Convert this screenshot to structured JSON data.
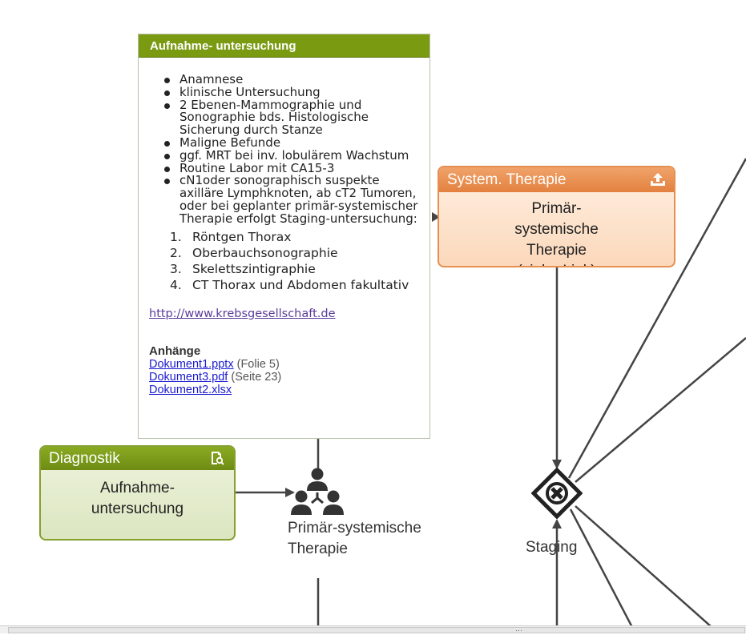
{
  "popup": {
    "title": "Aufnahme- untersuchung",
    "bullets": [
      "Anamnese",
      "klinische Untersuchung",
      "2 Ebenen-Mammographie und Sonographie bds. Histologische Sicherung durch Stanze",
      "Maligne Befunde",
      "ggf. MRT  bei inv. lobulärem Wachstum",
      "Routine Labor mit CA15-3",
      "cN1oder sonographisch suspekte axilläre Lymphknoten, ab cT2 Tumoren, oder bei geplanter primär-systemischer Therapie erfolgt Staging-untersuchung:"
    ],
    "steps": [
      {
        "num": "1.",
        "text": "Röntgen Thorax"
      },
      {
        "num": "2.",
        "text": "Oberbauchsonographie"
      },
      {
        "num": "3.",
        "text": "Skelettszintigraphie"
      },
      {
        "num": "4.",
        "text": "CT Thorax und Abdomen fakultativ"
      }
    ],
    "link": "http://www.krebsgesellschaft.de",
    "attachments_title": "Anhänge",
    "attachments": [
      {
        "name": "Dokument1.pptx",
        "note": "(Folie 5)"
      },
      {
        "name": "Dokument3.pdf",
        "note": "(Seite 23)"
      },
      {
        "name": "Dokument2.xlsx",
        "note": ""
      }
    ]
  },
  "diagnostik": {
    "header": "Diagnostik",
    "body": "Aufnahme-untersuchung",
    "icon": "document-search-icon",
    "color": "#7a9a12"
  },
  "system_therapie": {
    "header": "System. Therapie",
    "body": "Primär-systemische Therapie (siehe Link)",
    "icon": "upload-icon",
    "color": "#e58f52"
  },
  "task": {
    "label": "Primär-systemische Therapie",
    "icon": "group-meeting-icon"
  },
  "gateway": {
    "label": "Staging",
    "icon": "exclusive-gateway-icon"
  },
  "scrollbar": {
    "grip": "⋯"
  }
}
